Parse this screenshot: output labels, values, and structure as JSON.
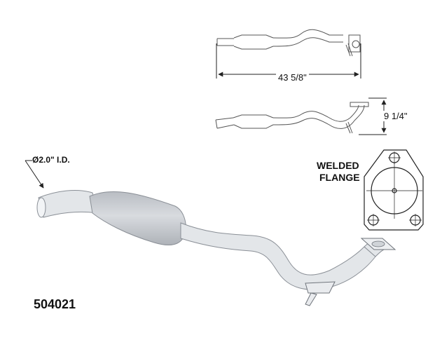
{
  "figure": {
    "part_number": "504021",
    "inner_diameter_label": "Ø2.0\" I.D.",
    "flange_label_line1": "WELDED",
    "flange_label_line2": "FLANGE",
    "length_dimension": "43 5/8\"",
    "height_dimension": "9 1/4\"",
    "colors": {
      "pipe": "#dfe2e6",
      "pipe_outline": "#8a8f96",
      "muffler": "#c9ccd1",
      "line": "#222222"
    }
  }
}
